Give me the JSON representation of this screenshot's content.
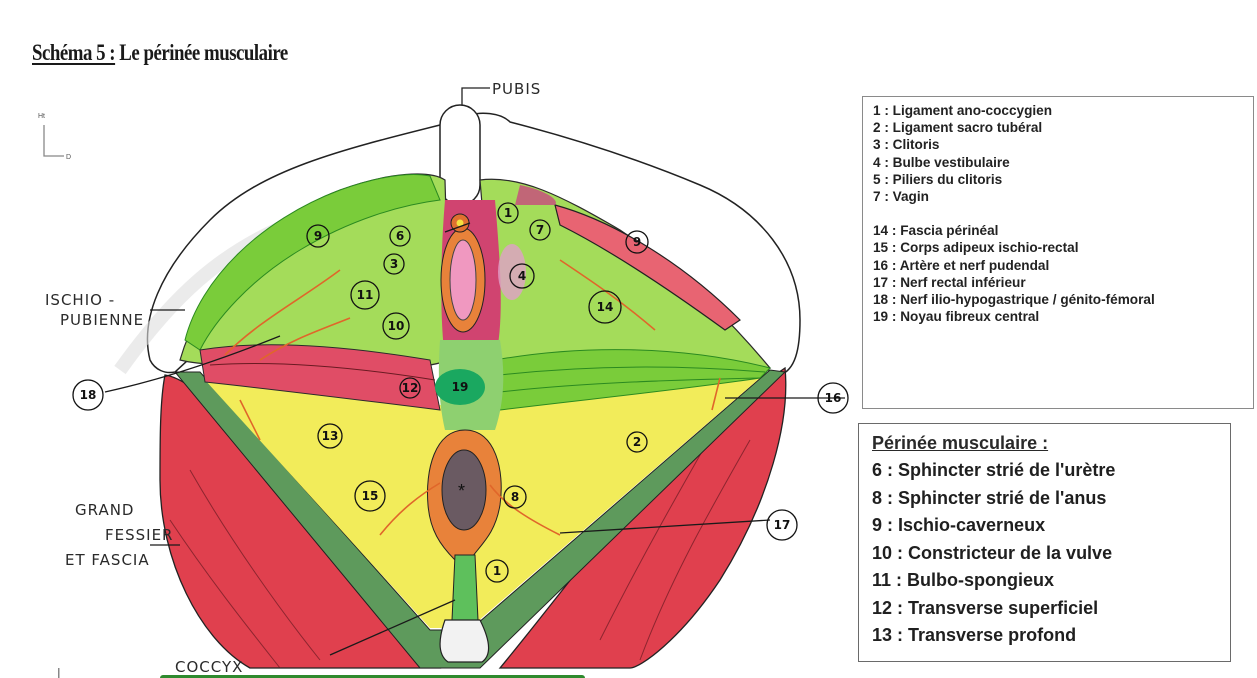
{
  "title": {
    "lead": "Schéma 5 :",
    "rest": " Le périnée musculaire"
  },
  "orientation": {
    "up": "Ht",
    "right": "D"
  },
  "drawing_labels": {
    "pubis": "PUBIS",
    "ischio_pubienne_1": "ISCHIO -",
    "ischio_pubienne_2": "PUBIENNE",
    "grand_fessier_1": "GRAND",
    "grand_fessier_2": "FESSIER",
    "grand_fessier_3": "ET FASCIA",
    "coccyx": "COCCYX"
  },
  "markers": [
    "9",
    "6",
    "3",
    "11",
    "10",
    "1",
    "7",
    "4",
    "9",
    "14",
    "18",
    "12",
    "19",
    "13",
    "16",
    "2",
    "15",
    "8",
    "17",
    "1"
  ],
  "legend_top": {
    "group1": [
      "1 : Ligament ano-coccygien",
      "2 : Ligament sacro tubéral",
      "3 : Clitoris",
      "4 : Bulbe vestibulaire",
      "5 : Piliers du clitoris",
      "7 : Vagin"
    ],
    "group2": [
      "14 : Fascia périnéal",
      "15 : Corps adipeux ischio-rectal",
      "16 : Artère et nerf pudendal",
      "17 : Nerf rectal inférieur",
      "18 : Nerf ilio-hypogastrique / génito-fémoral",
      "19 : Noyau fibreux central"
    ]
  },
  "legend_muscles": {
    "heading": "Périnée musculaire :",
    "items": [
      "6 : Sphincter strié de l'urètre",
      "8 : Sphincter strié de l'anus",
      "9 : Ischio-caverneux",
      "10 : Constricteur de la vulve",
      "11 : Bulbo-spongieux",
      "12 : Transverse superficiel",
      "13 : Transverse profond"
    ]
  },
  "colors": {
    "muscle_red": "#e0404e",
    "fascia_green": "#9ed64a",
    "fat_yellow": "#f2ec5a",
    "ligament_green": "#5e9a5c",
    "nucleus_green": "#1aa860",
    "sphincter_orange": "#e8823a",
    "clitoris_pink": "#c8487e"
  }
}
